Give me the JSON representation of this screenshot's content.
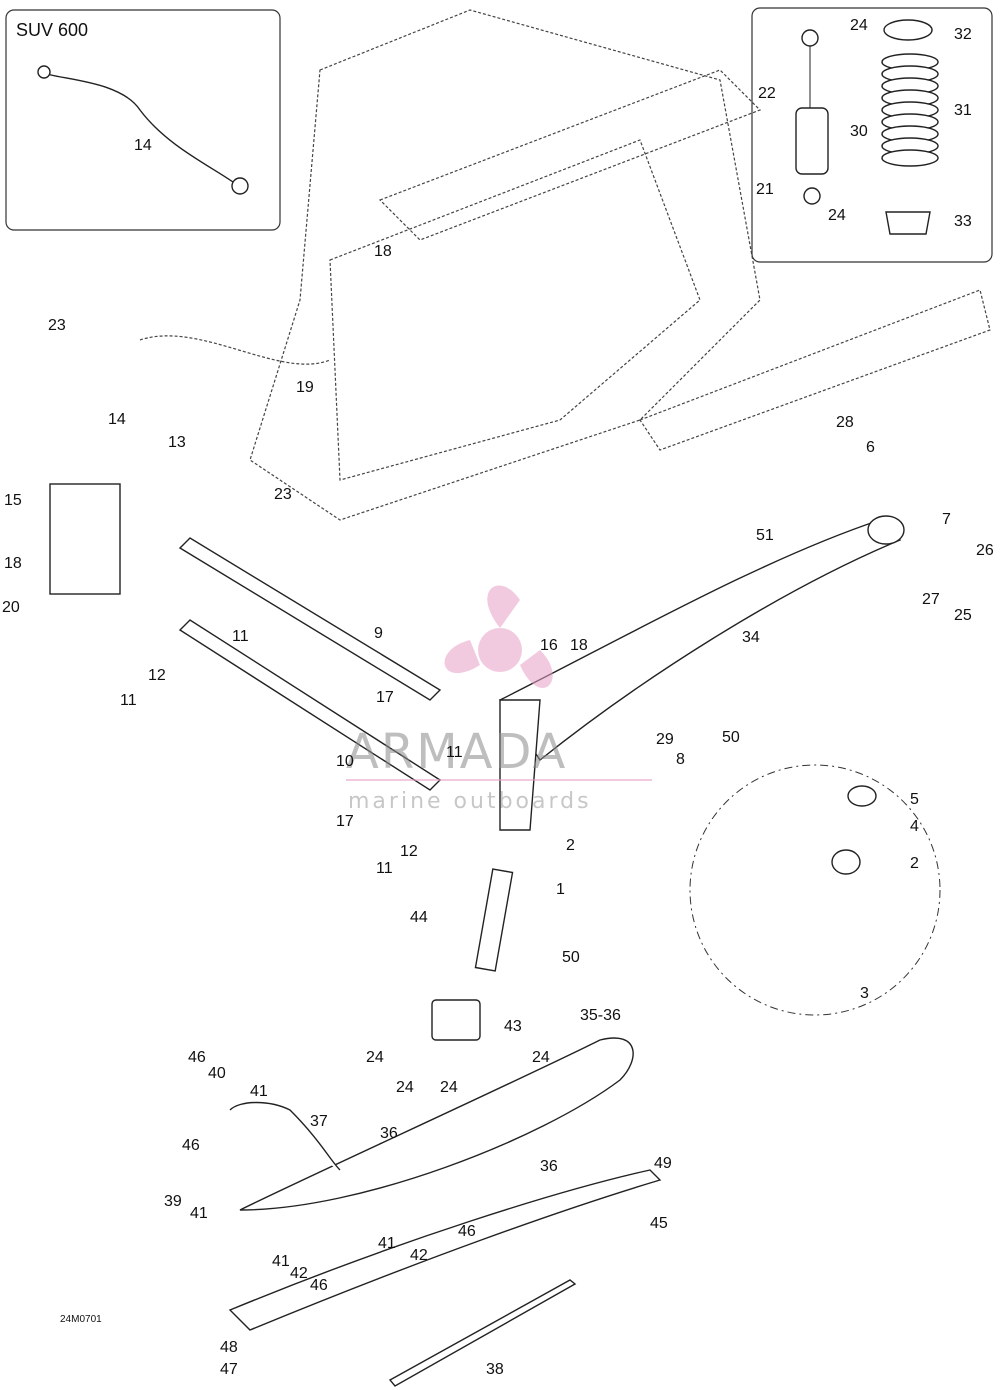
{
  "inset_title": "SUV 600",
  "drawing_code": "24M0701",
  "watermark": {
    "brand": "ARMADA",
    "tagline": "marine outboards",
    "accent_color": "#e8a0c8"
  },
  "callouts": [
    "1",
    "2",
    "2",
    "3",
    "4",
    "5",
    "6",
    "7",
    "8",
    "9",
    "10",
    "11",
    "11",
    "11",
    "11",
    "12",
    "12",
    "13",
    "14",
    "14",
    "15",
    "16",
    "17",
    "17",
    "18",
    "18",
    "18",
    "19",
    "20",
    "21",
    "22",
    "23",
    "23",
    "24",
    "24",
    "24",
    "24",
    "24",
    "24",
    "25",
    "26",
    "27",
    "28",
    "29",
    "30",
    "31",
    "32",
    "33",
    "34",
    "35-36",
    "36",
    "36",
    "37",
    "38",
    "39",
    "40",
    "41",
    "41",
    "41",
    "41",
    "42",
    "42",
    "43",
    "44",
    "45",
    "46",
    "46",
    "46",
    "46",
    "47",
    "48",
    "49",
    "50",
    "50",
    "51"
  ]
}
